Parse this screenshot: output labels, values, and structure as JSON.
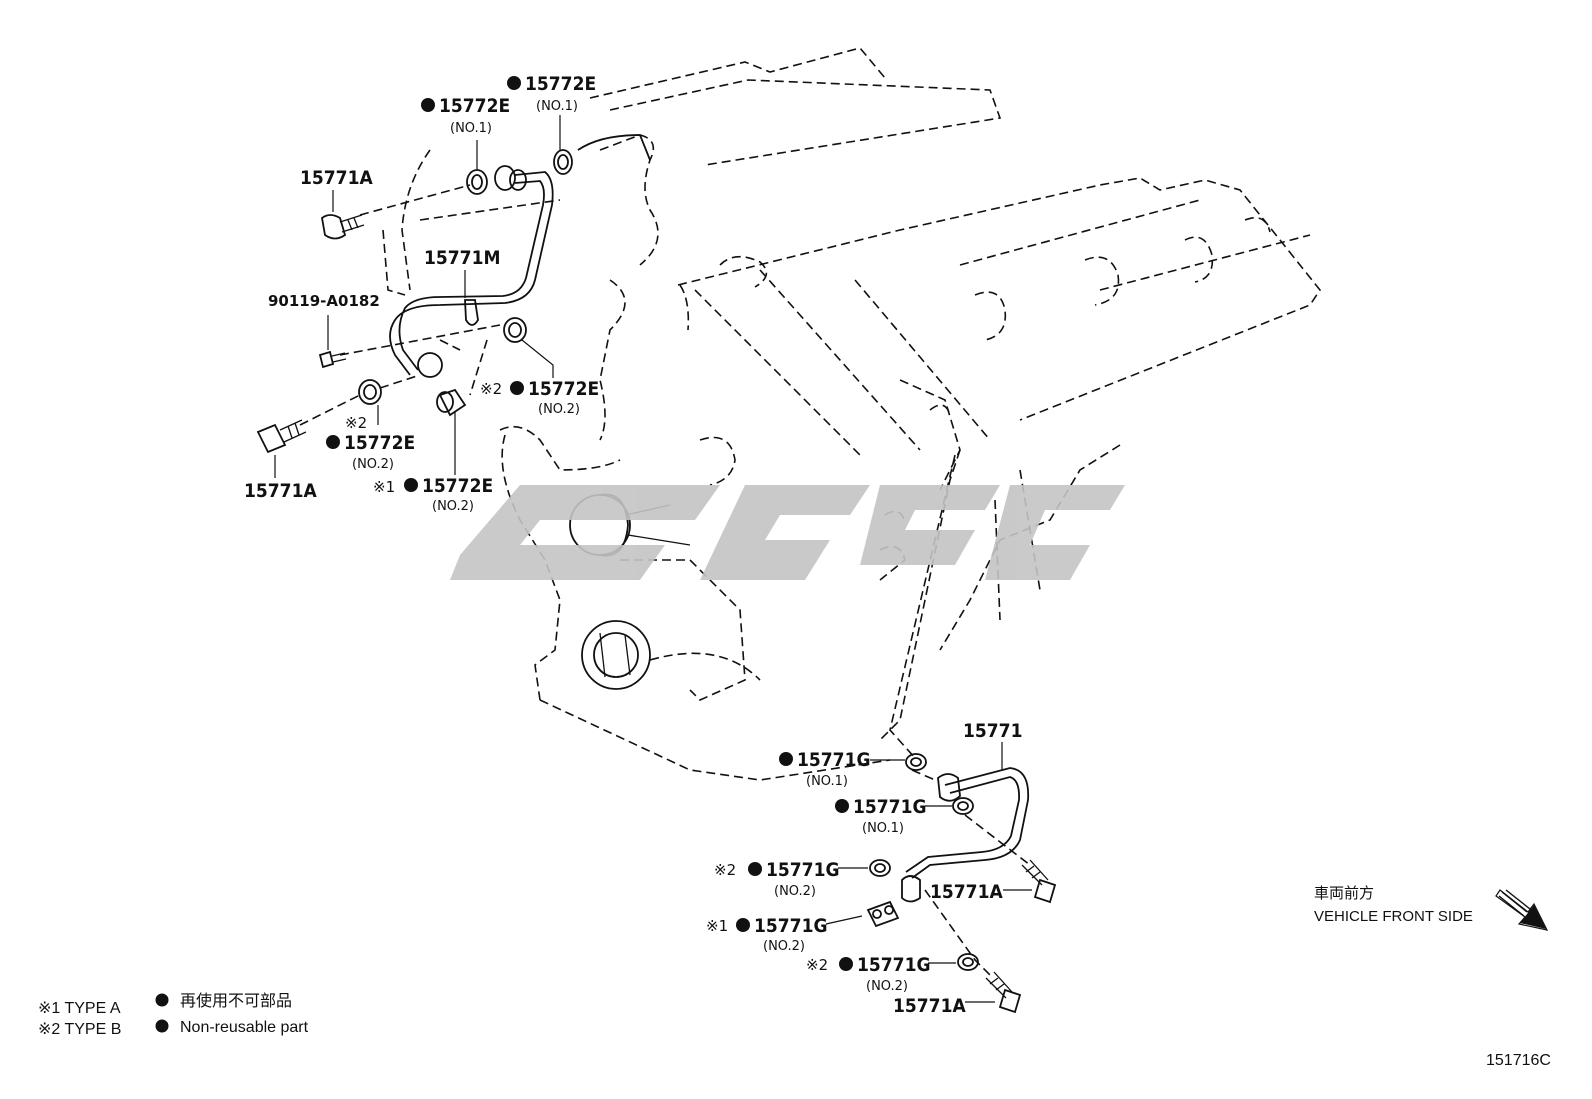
{
  "watermark": "",
  "callouts": {
    "top_seal_right": {
      "part": "15772E",
      "sub": "(NO.1)"
    },
    "top_seal_left": {
      "part": "15772E",
      "sub": "(NO.1)"
    },
    "top_bolt": {
      "part": "15771A"
    },
    "upper_pipe": {
      "part": "15771M"
    },
    "small_bolt": {
      "part": "90119-A0182"
    },
    "mid_seal_right": {
      "mark": "※2",
      "part": "15772E",
      "sub": "(NO.2)"
    },
    "mid_seal_left": {
      "mark": "※2",
      "part": "15772E",
      "sub": "(NO.2)"
    },
    "mid_union": {
      "mark": "※1",
      "part": "15772E",
      "sub": "(NO.2)"
    },
    "lower_left_bolt": {
      "part": "15771A"
    },
    "lower_pipe": {
      "part": "15771"
    },
    "g1_a": {
      "part": "15771G",
      "sub": "(NO.1)"
    },
    "g1_b": {
      "part": "15771G",
      "sub": "(NO.1)"
    },
    "g2_a": {
      "mark": "※2",
      "part": "15771G",
      "sub": "(NO.2)"
    },
    "g2_b": {
      "mark": "※1",
      "part": "15771G",
      "sub": "(NO.2)"
    },
    "g2_c": {
      "mark": "※2",
      "part": "15771G",
      "sub": "(NO.2)"
    },
    "bolt_right_a": {
      "part": "15771A"
    },
    "bolt_right_b": {
      "part": "15771A"
    }
  },
  "legend": {
    "type_a": "※1 TYPE A",
    "type_b": "※2 TYPE B",
    "non_reusable_jp": "再使用不可部品",
    "non_reusable_en": "Non-reusable part"
  },
  "direction": {
    "jp": "車両前方",
    "en": "VEHICLE FRONT SIDE"
  },
  "diagram_code": "151716C"
}
